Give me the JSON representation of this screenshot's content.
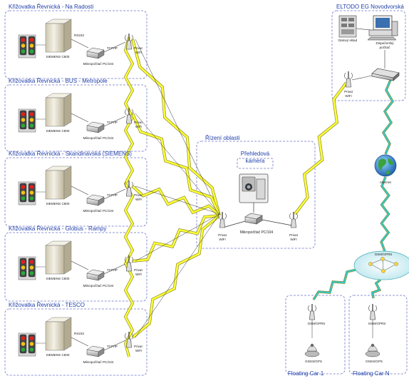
{
  "intersections": [
    {
      "title": "Křižovatka Řevnická - Na Radosti",
      "controller": "SIEMENS C800",
      "serial": "RS232",
      "computer": "Mikropočítač PC/104",
      "link": "TCP/IP",
      "wifi": "Privat WiFi"
    },
    {
      "title": "Křižovatka Řevnická - BUS - Metropole",
      "controller": "SIEMENS C800",
      "serial": "",
      "computer": "Mikropočítač PC/104",
      "link": "TCP/IP",
      "wifi": "Privat WiFi"
    },
    {
      "title": "Křižovatka Řevnická - Skandinávská (SIEMENS)",
      "controller": "SIEMENS C800",
      "serial": "",
      "computer": "Mikropočítač PC/104",
      "link": "TCP/IP",
      "wifi": "Privat WiFi"
    },
    {
      "title": "Křižovatka Řevnická - Globus - Rampy",
      "controller": "SIEMENS C800",
      "serial": "",
      "computer": "Mikropočítač PC/104",
      "link": "TCP/IP",
      "wifi": "Privat WiFi"
    },
    {
      "title": "Křižovatka Řevnická - TESCO",
      "controller": "SIEMENS C800",
      "serial": "RS232",
      "computer": "Mikropočítač PC/104",
      "link": "TCP/IP",
      "wifi": "Privat WiFi"
    }
  ],
  "control": {
    "title": "Řízení oblasti",
    "camera_title_line1": "Přehledová",
    "camera_title_line2": "kamera",
    "computer": "Mikropočítač PC/104",
    "wifi_left": "Privat WiFi",
    "wifi_right": "Privat WiFi"
  },
  "eltodo": {
    "title": "ELTODO EG Novodvorská",
    "cabinet": "Datový sklad",
    "pc_line1": "Dispečerský",
    "pc_line2": "počítač",
    "wifi": "Privat WiFi"
  },
  "internet": "Internet",
  "gsm_cloud": "GSM/GPRS",
  "cars": [
    {
      "title": "Floating Car 1",
      "gsm": "GSM/GPRS",
      "gnss": "GNSS/GPS"
    },
    {
      "title": "Floating Car N",
      "gsm": "GSM/GPRS",
      "gnss": "GNSS/GPS"
    }
  ],
  "colors": {
    "zone_border": "#6b74c6",
    "title_text": "#1f3fa8",
    "wireless_yellow": "#ffff33",
    "wireless_cyan": "#33cccc",
    "cabinet": "#e8e3d2"
  }
}
